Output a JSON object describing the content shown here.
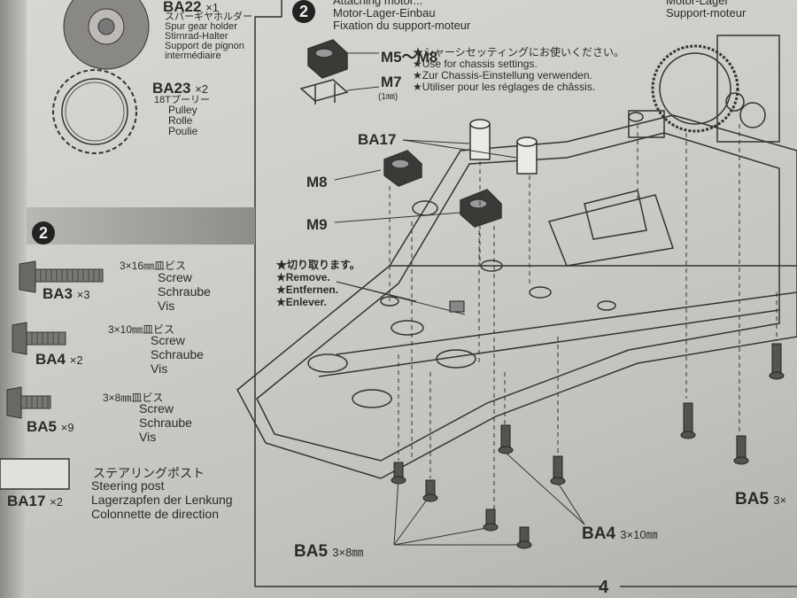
{
  "left_panel": {
    "ba22": {
      "code": "BA22",
      "qty": "×1",
      "lines": [
        "スパーギヤホルダー",
        "Spur gear holder",
        "Stirnrad-Halter",
        "Support de pignon",
        "intermédiaire"
      ]
    },
    "ba23": {
      "code": "BA23",
      "qty": "×2",
      "lines": [
        "18Tプーリー",
        "Pulley",
        "Rolle",
        "Poulie"
      ]
    },
    "step_number": "2",
    "parts": [
      {
        "code": "BA3",
        "qty": "×3",
        "size": "3×16㎜皿ビス",
        "en": "Screw",
        "de": "Schraube",
        "fr": "Vis"
      },
      {
        "code": "BA4",
        "qty": "×2",
        "size": "3×10㎜皿ビス",
        "en": "Screw",
        "de": "Schraube",
        "fr": "Vis"
      },
      {
        "code": "BA5",
        "qty": "×9",
        "size": "3×8㎜皿ビス",
        "en": "Screw",
        "de": "Schraube",
        "fr": "Vis"
      },
      {
        "code": "BA17",
        "qty": "×2",
        "size": "ステアリングポスト",
        "en": "Steering post",
        "de": "Lagerzapfen der Lenkung",
        "fr": "Colonnette de direction"
      }
    ]
  },
  "main": {
    "step_number": "2",
    "heading_lines": [
      "Attaching motor...",
      "Motor-Lager-Einbau",
      "Fixation du support-moteur"
    ],
    "heading_right": [
      "Motor-Lager",
      "Support-moteur"
    ],
    "m5m8_label": "M5〜M8",
    "m7_label": "M7",
    "m7_size": "(1㎜)",
    "chassis_note": [
      "★シャーシセッティングにお使いください。",
      "★Use for chassis settings.",
      "★Zur Chassis-Einstellung verwenden.",
      "★Utiliser pour les réglages de châssis."
    ],
    "ba17_label": "BA17",
    "m8_label": "M8",
    "m9_label": "M9",
    "remove_note": [
      "★切り取ります。",
      "★Remove.",
      "★Entfernen.",
      "★Enlever."
    ],
    "ba5_bottom": {
      "code": "BA5",
      "size": "3×8㎜"
    },
    "ba4_bottom": {
      "code": "BA4",
      "size": "3×10㎜"
    },
    "ba5_right": {
      "code": "BA5",
      "size": "3×"
    },
    "page_number": "4"
  }
}
